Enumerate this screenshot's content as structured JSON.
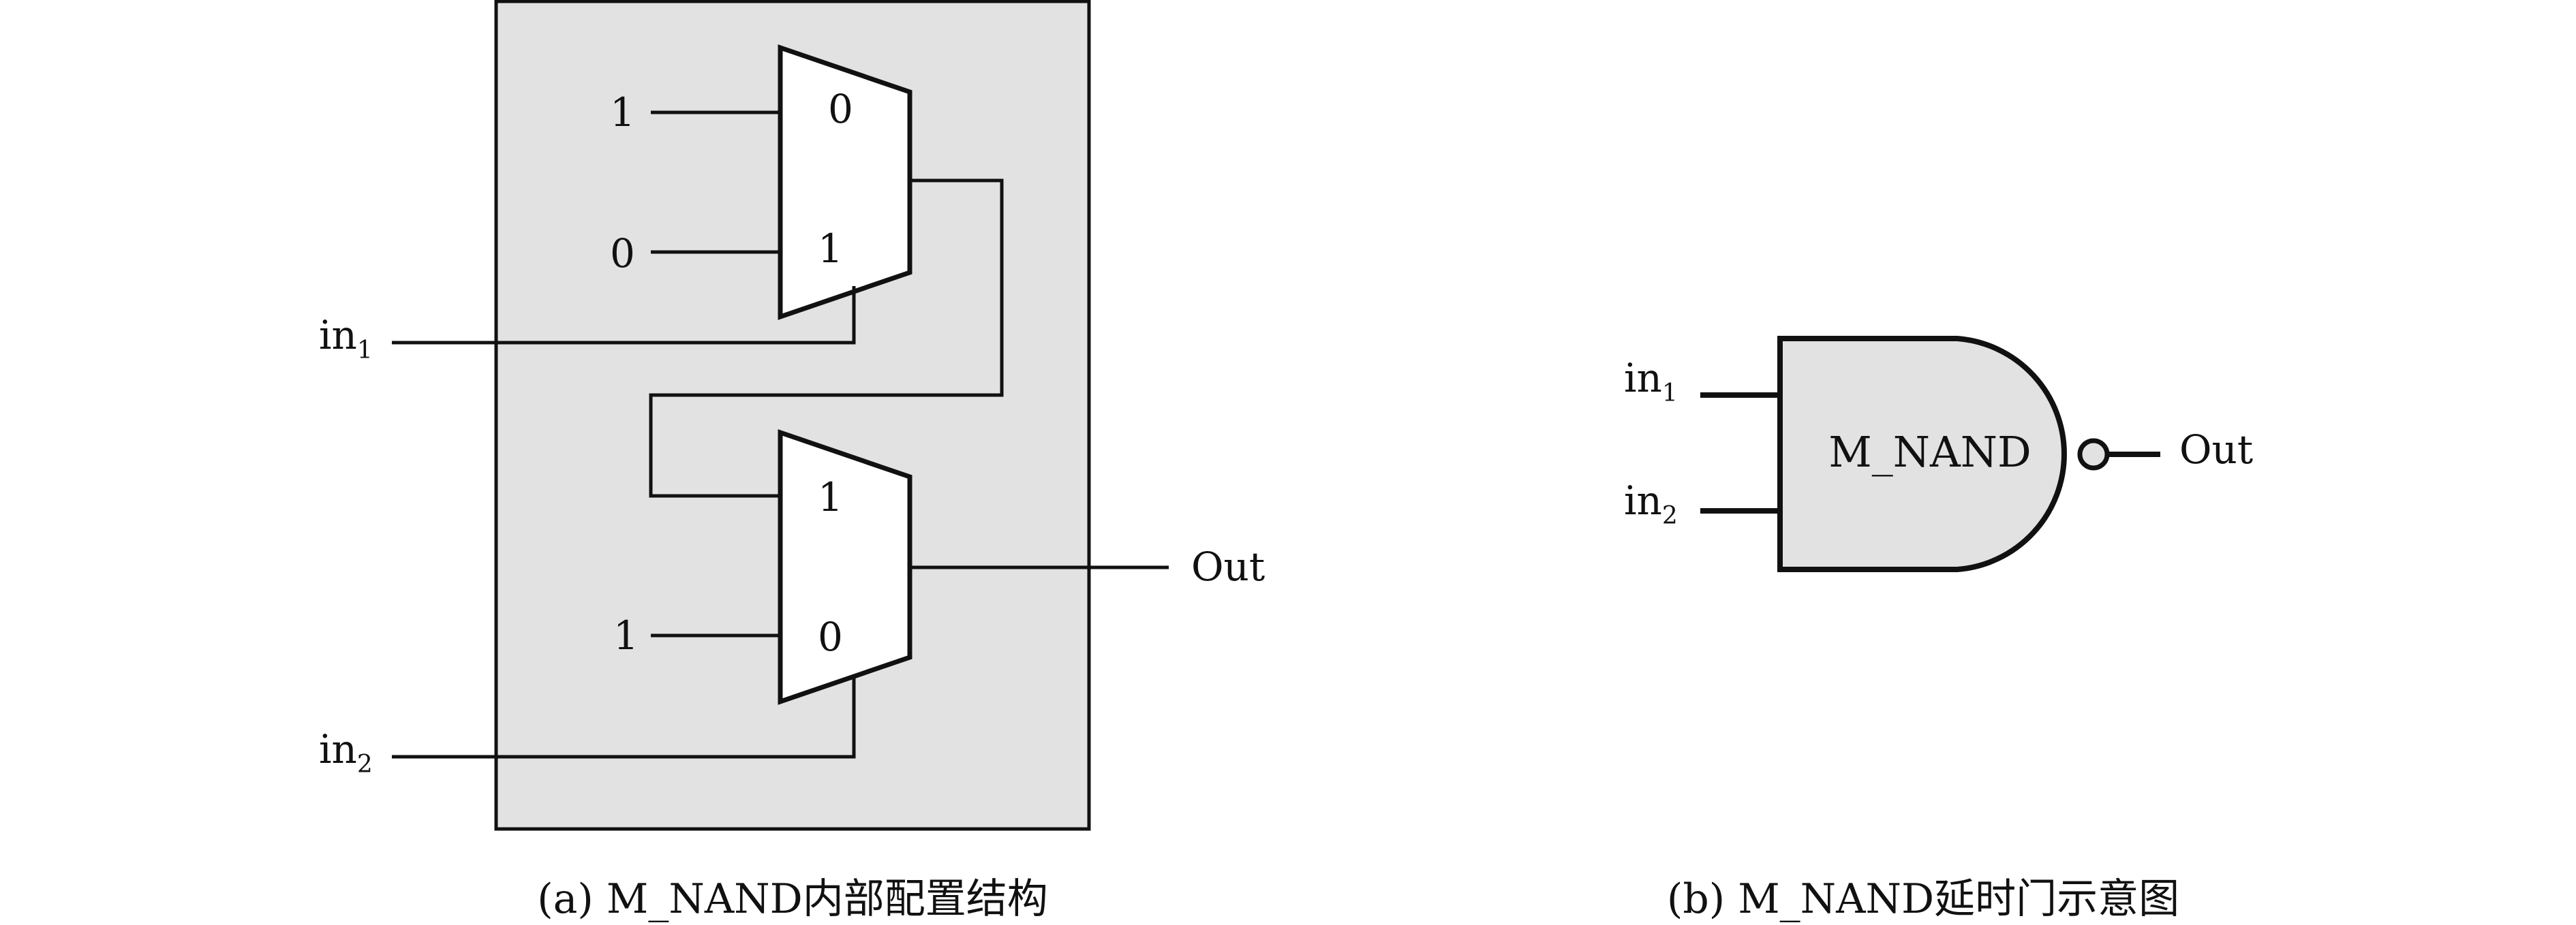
{
  "panel_a": {
    "mux_top": {
      "input0": "0",
      "input1": "1"
    },
    "mux_bottom": {
      "input1": "1",
      "input0": "0"
    },
    "const_top0": "1",
    "const_top1": "0",
    "const_bottom0": "1",
    "in1": {
      "base": "in",
      "sub": "1"
    },
    "in2": {
      "base": "in",
      "sub": "2"
    },
    "output": "Out",
    "caption": "(a) M_NAND内部配置结构"
  },
  "panel_b": {
    "gate_label": "M_NAND",
    "in1": {
      "base": "in",
      "sub": "1"
    },
    "in2": {
      "base": "in",
      "sub": "2"
    },
    "output": "Out",
    "caption": "(b) M_NAND延时门示意图"
  },
  "colors": {
    "panel_fill": "#e2e2e2",
    "gate_fill": "#e2e2e2",
    "stroke": "#111111"
  }
}
